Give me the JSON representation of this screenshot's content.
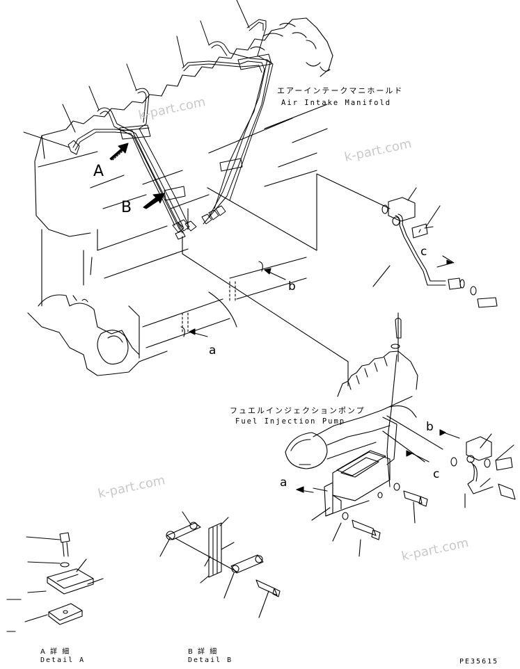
{
  "labels": {
    "air_intake_jp": "エアーインテークマニホールド",
    "air_intake_en": "Air Intake Manifold",
    "fuel_pump_jp": "フュエルインジェクションポンプ",
    "fuel_pump_en": "Fuel Injection Pump",
    "callout_A": "A",
    "callout_B": "B",
    "ref_a_1": "a",
    "ref_b_1": "b",
    "ref_c_1": "c",
    "ref_b_2": "b",
    "ref_c_2": "c",
    "ref_a_2": "a",
    "detail_a_jp": "A 詳 細",
    "detail_a_en": "Detail A",
    "detail_b_jp": "B 詳 細",
    "detail_b_en": "Detail B",
    "drawing_no": "PE35615"
  },
  "watermarks": [
    "k-part.com",
    "k-part.com",
    "k-part.com",
    "k-part.com"
  ]
}
